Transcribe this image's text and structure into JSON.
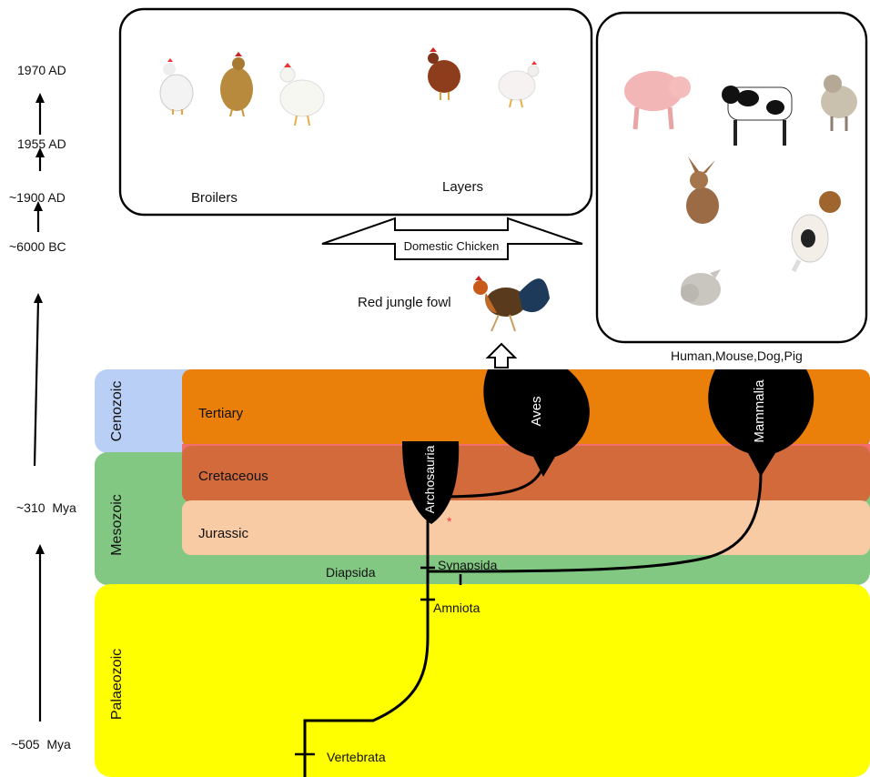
{
  "timeline": {
    "labels": [
      "1970 AD",
      "1955 AD",
      "~1900 AD",
      "~6000 BC",
      "~310  Mya",
      "~505  Mya"
    ]
  },
  "eras": {
    "cenozoic": "Cenozoic",
    "mesozoic": "Mesozoic",
    "palaeozoic": "Palaeozoic"
  },
  "periods": {
    "tertiary": "Tertiary",
    "cretaceous": "Cretaceous",
    "jurassic": "Jurassic"
  },
  "clades": {
    "archosauria": "Archosauria",
    "aves": "Aves",
    "mammalia": "Mammalia",
    "diapsida": "Diapsida",
    "synapsida": "Synapsida",
    "amniota": "Amniota",
    "vertebrata": "Vertebrata"
  },
  "chicken_box": {
    "broilers": "Broilers",
    "layers": "Layers",
    "domestic_chicken": "Domestic Chicken"
  },
  "red_jungle_fowl": "Red jungle fowl",
  "mammal_caption": "Human,Mouse,Dog,Pig",
  "marker": "*",
  "colors": {
    "cenozoic": "#b9cff5",
    "mesozoic": "#82c882",
    "palaeozoic": "#ffff00",
    "tertiary": "#ea7f0a",
    "cretaceous": "#d26a3c",
    "jurassic": "#f9cba4",
    "accent_red": "#ff3a3a"
  }
}
